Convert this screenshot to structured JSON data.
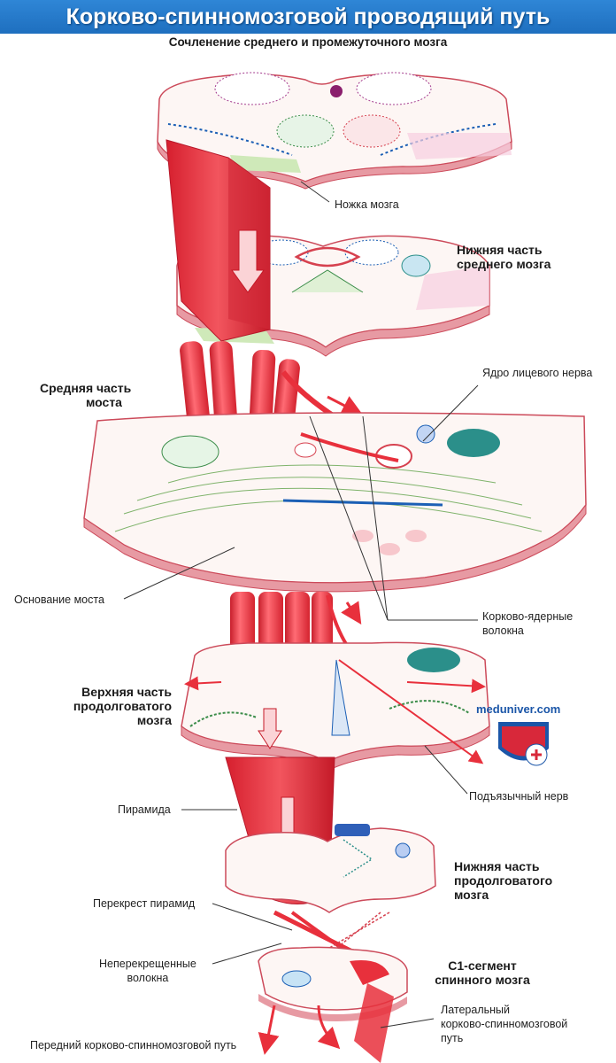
{
  "title": "Корково-спинномозговой проводящий путь",
  "subtitle": "Сочленение среднего и промежуточного мозга",
  "sections": {
    "lower_midbrain": [
      "Нижняя часть",
      "среднего мозга"
    ],
    "mid_pons": [
      "Средняя часть",
      "моста"
    ],
    "upper_medulla": [
      "Верхняя часть",
      "продолговатого",
      "мозга"
    ],
    "lower_medulla": [
      "Нижняя часть",
      "продолговатого",
      "мозга"
    ],
    "c1_segment": [
      "C1-сегмент",
      "спинного мозга"
    ]
  },
  "labels": {
    "cerebral_peduncle": "Ножка мозга",
    "facial_nucleus": "Ядро лицевого нерва",
    "basilar_pons": "Основание моста",
    "corticonuclear_fibers": [
      "Корково-ядерные",
      "волокна"
    ],
    "hypoglossal_nerve": "Подъязычный нерв",
    "pyramid": "Пирамида",
    "pyramidal_decussation": "Перекрест пирамид",
    "uncrossed_fibers": [
      "Неперекрещенные",
      "волокна"
    ],
    "lateral_tract": [
      "Латеральный",
      "корково-спинномозговой",
      "путь"
    ],
    "anterior_tract": "Передний корково-спинномозговой путь"
  },
  "watermark": "meduniver.com",
  "colors": {
    "banner": "#2373c8",
    "tract_red": "#e8303c",
    "slice_fill": "#fdf6f4",
    "slice_edge": "#cc4a5a",
    "nucleus_blue": "#1b5fb5",
    "nucleus_teal": "#2b8f8a"
  }
}
